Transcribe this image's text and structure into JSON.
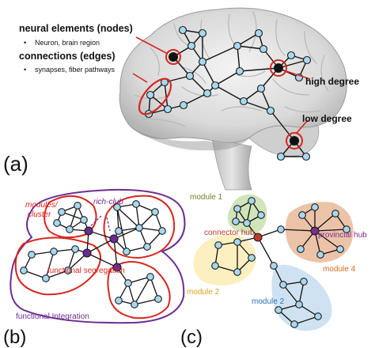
{
  "panel_a": {
    "label": "(a)",
    "nodes_title": "neural elements (nodes)",
    "nodes_bullet": "Neuron, brain region",
    "edges_title": "connections (edges)",
    "edges_bullet": "synapses, fiber pathways",
    "bullet_char": "•",
    "high_degree": "high degree",
    "low_degree": "low degree"
  },
  "panel_b": {
    "label": "(b)",
    "modules_line1": "modules/",
    "modules_line2": "cluster",
    "rich_club": "rich-club",
    "functional_segregation": "functional segregation",
    "functional_integration": "functional Integration"
  },
  "panel_c": {
    "label": "(c)",
    "module_1": "module 1",
    "connector_hub": "connector hub",
    "provincial_hub": "provincial hub",
    "module_4": "module 4",
    "module_2_left": "module 2",
    "module_2_right": "module 2"
  },
  "colors": {
    "node_fill": "#a8d8ef",
    "red_accent": "#d7261e",
    "purple_accent": "#6a2c91",
    "hub_red": "#c0392b",
    "hub_purple": "#7b2d8e",
    "module_green": "#c9dfae",
    "module_orange": "#e9b89a",
    "module_yellow": "#fbedb5",
    "module_blue": "#c7ddef",
    "label_olive": "#6f7f2d",
    "label_orange": "#d96b1c",
    "label_yellow": "#d2a41c",
    "label_blue": "#2f6fb5"
  }
}
